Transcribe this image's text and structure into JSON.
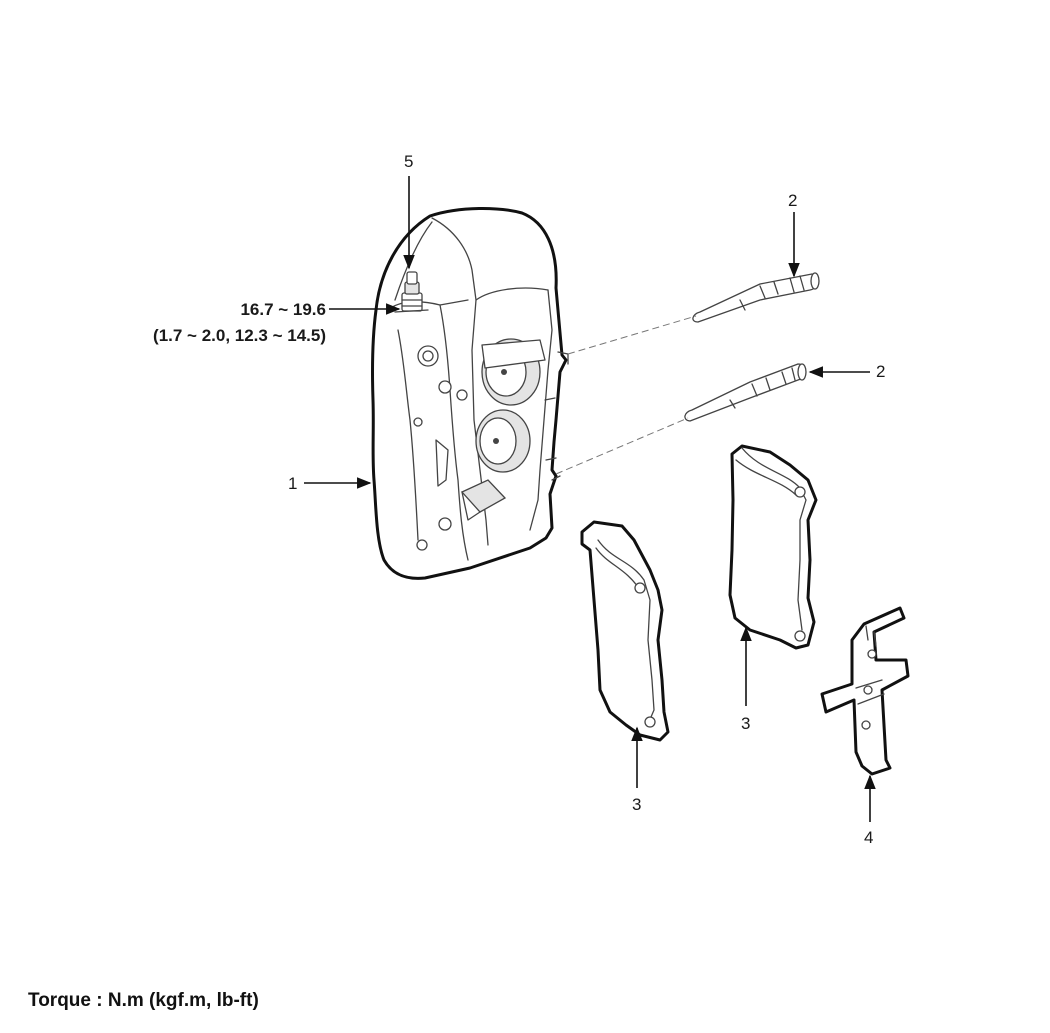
{
  "callouts": {
    "caliper": "1",
    "guide_pin_upper": "2",
    "guide_pin_lower": "2",
    "pad_inner": "3",
    "pad_outer": "3",
    "anti_rattle_spring": "4",
    "bleeder_screw": "5"
  },
  "torque_spec": {
    "nm": "16.7 ~ 19.6",
    "alt_units": "(1.7 ~ 2.0, 12.3 ~ 14.5)"
  },
  "footer_note": "Torque : N.m (kgf.m, lb-ft)"
}
